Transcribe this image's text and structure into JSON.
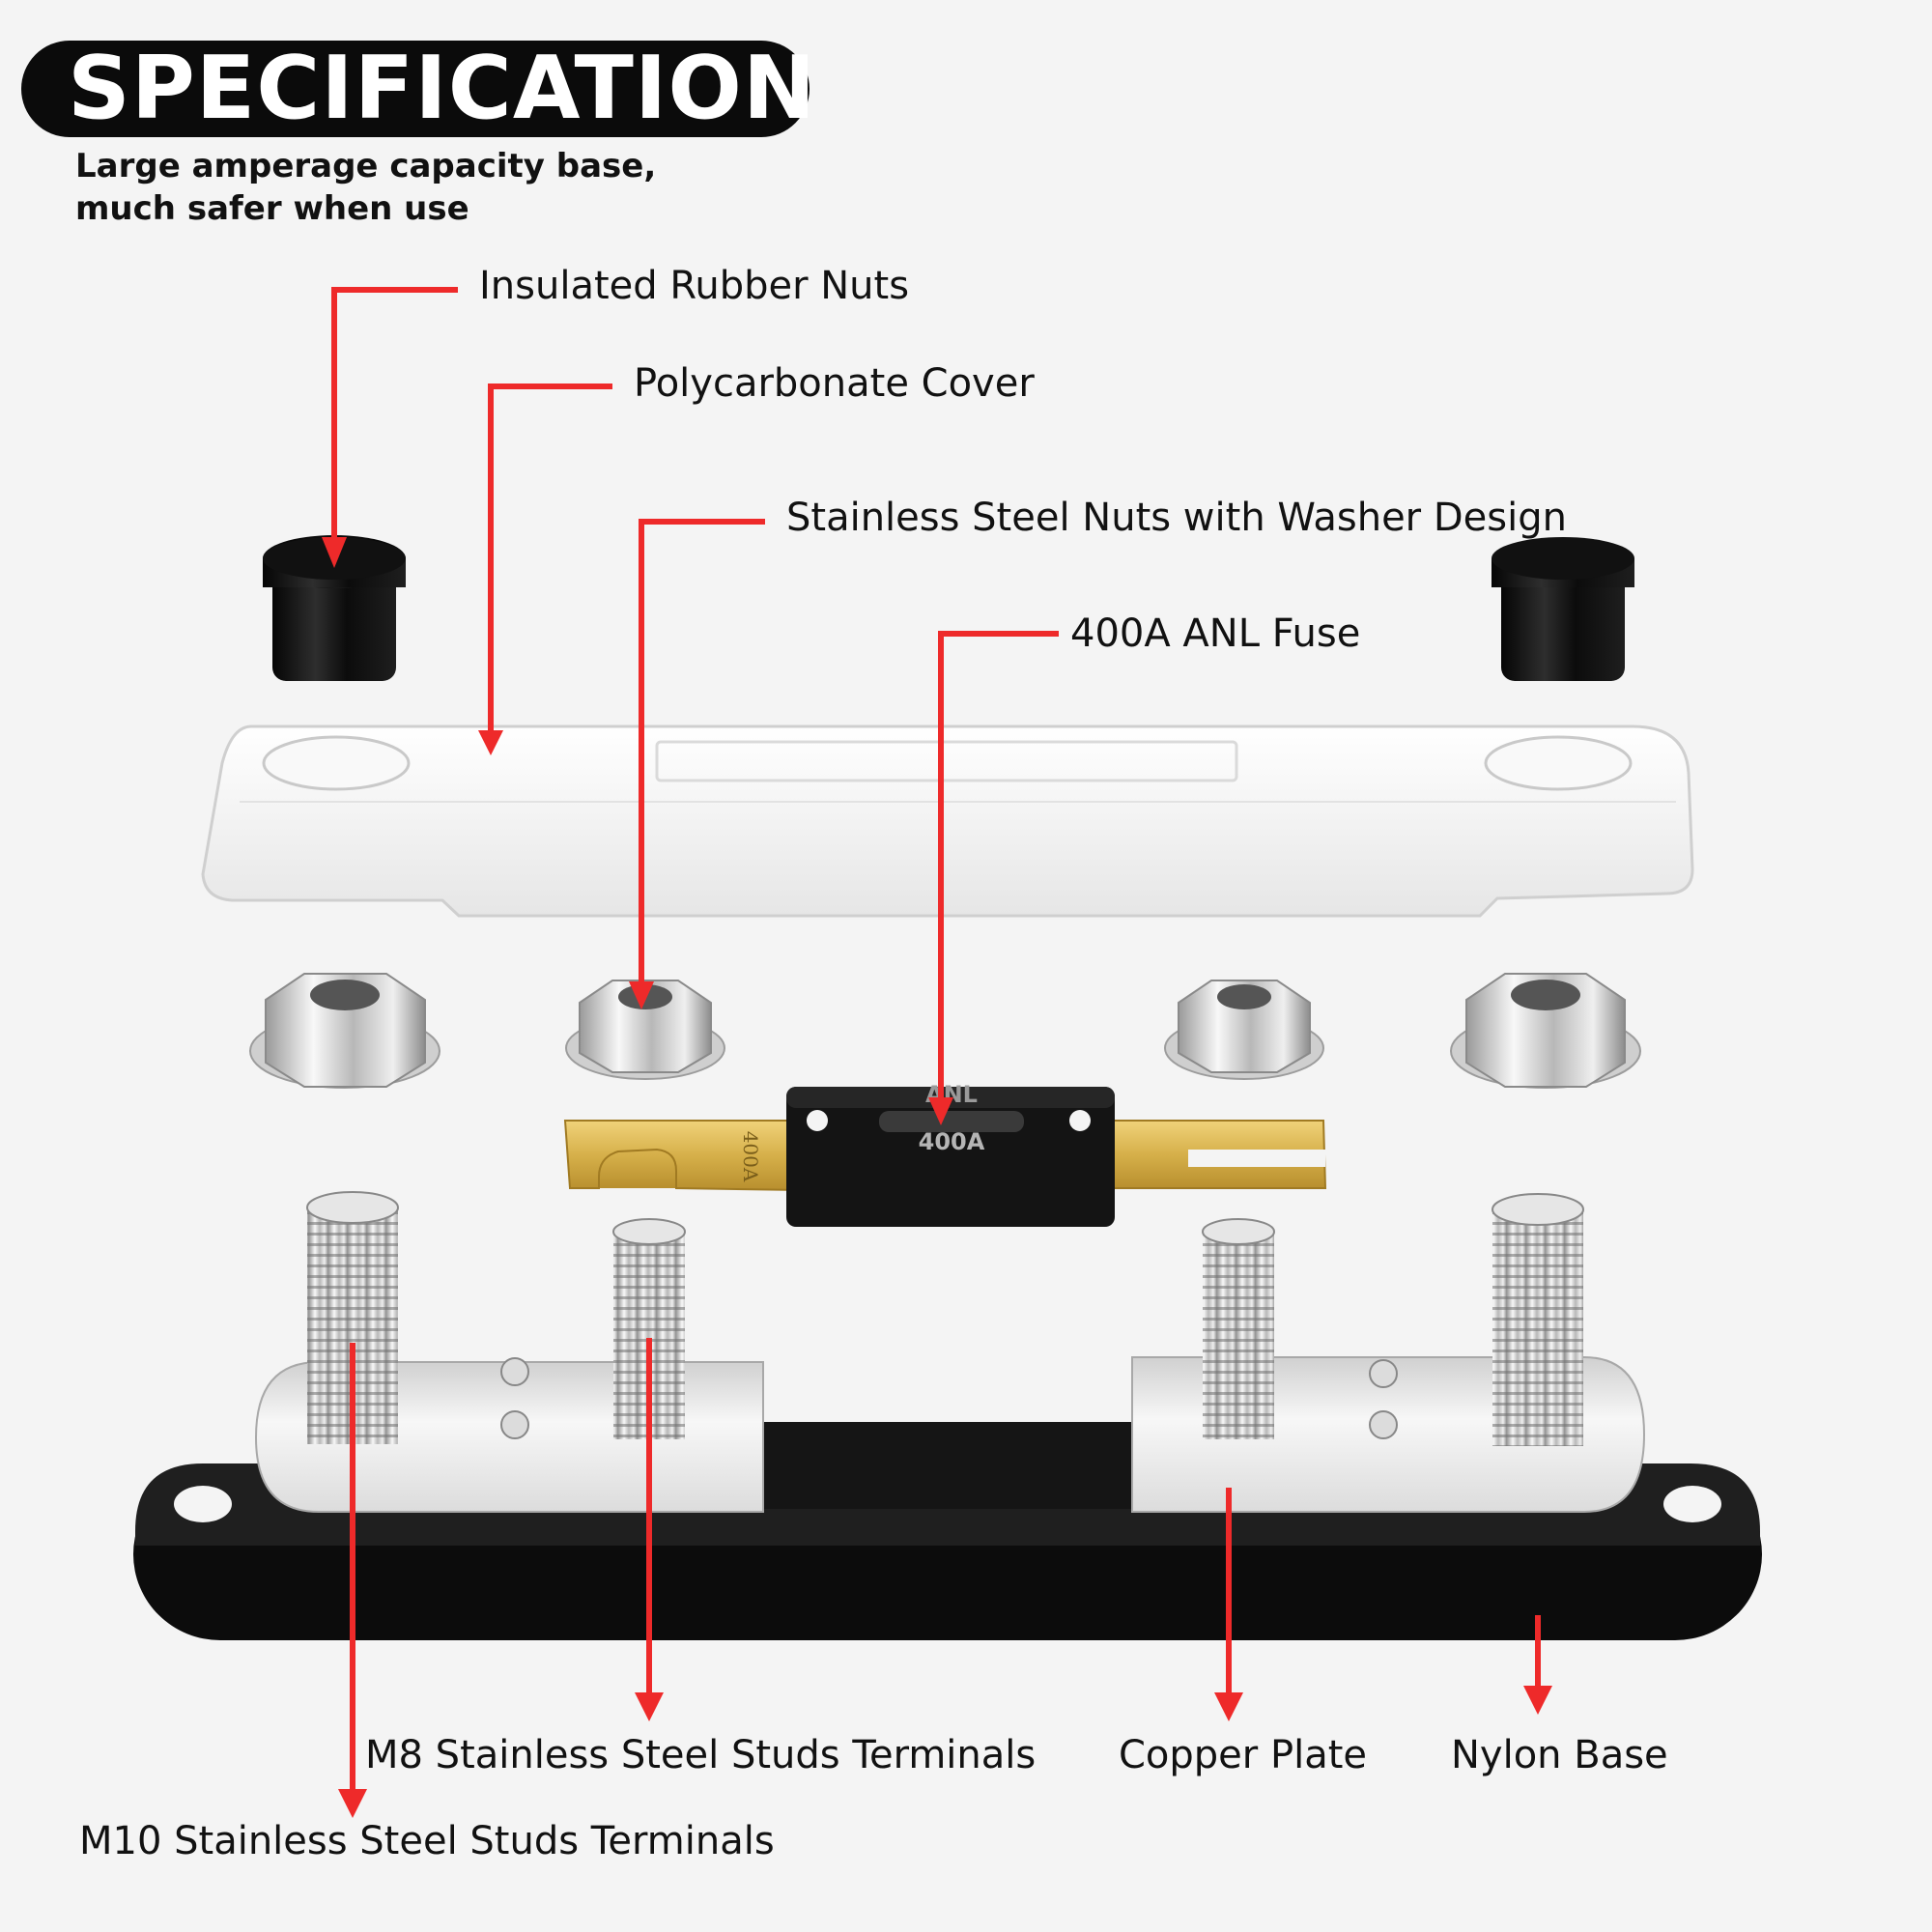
{
  "header": {
    "title": "SPECIFICATION",
    "subtitle_line1": "Large amperage capacity base,",
    "subtitle_line2": "much safer when use"
  },
  "labels": {
    "rubber_nuts": "Insulated Rubber Nuts",
    "cover": "Polycarbonate Cover",
    "steel_nuts": "Stainless Steel Nuts with Washer Design",
    "fuse": "400A ANL Fuse",
    "m8_studs": "M8 Stainless Steel Studs Terminals",
    "copper_plate": "Copper Plate",
    "nylon_base": "Nylon Base",
    "m10_studs": "M10 Stainless Steel Studs Terminals"
  },
  "fuse_markings": {
    "brand": "ANL",
    "rating": "400A",
    "tab_rating": "400A"
  },
  "colors": {
    "background": "#f4f4f4",
    "callout": "#ee2a2a",
    "pill": "#0b0b0b",
    "fuse_tab": "#d6b04a",
    "base": "#121212"
  }
}
